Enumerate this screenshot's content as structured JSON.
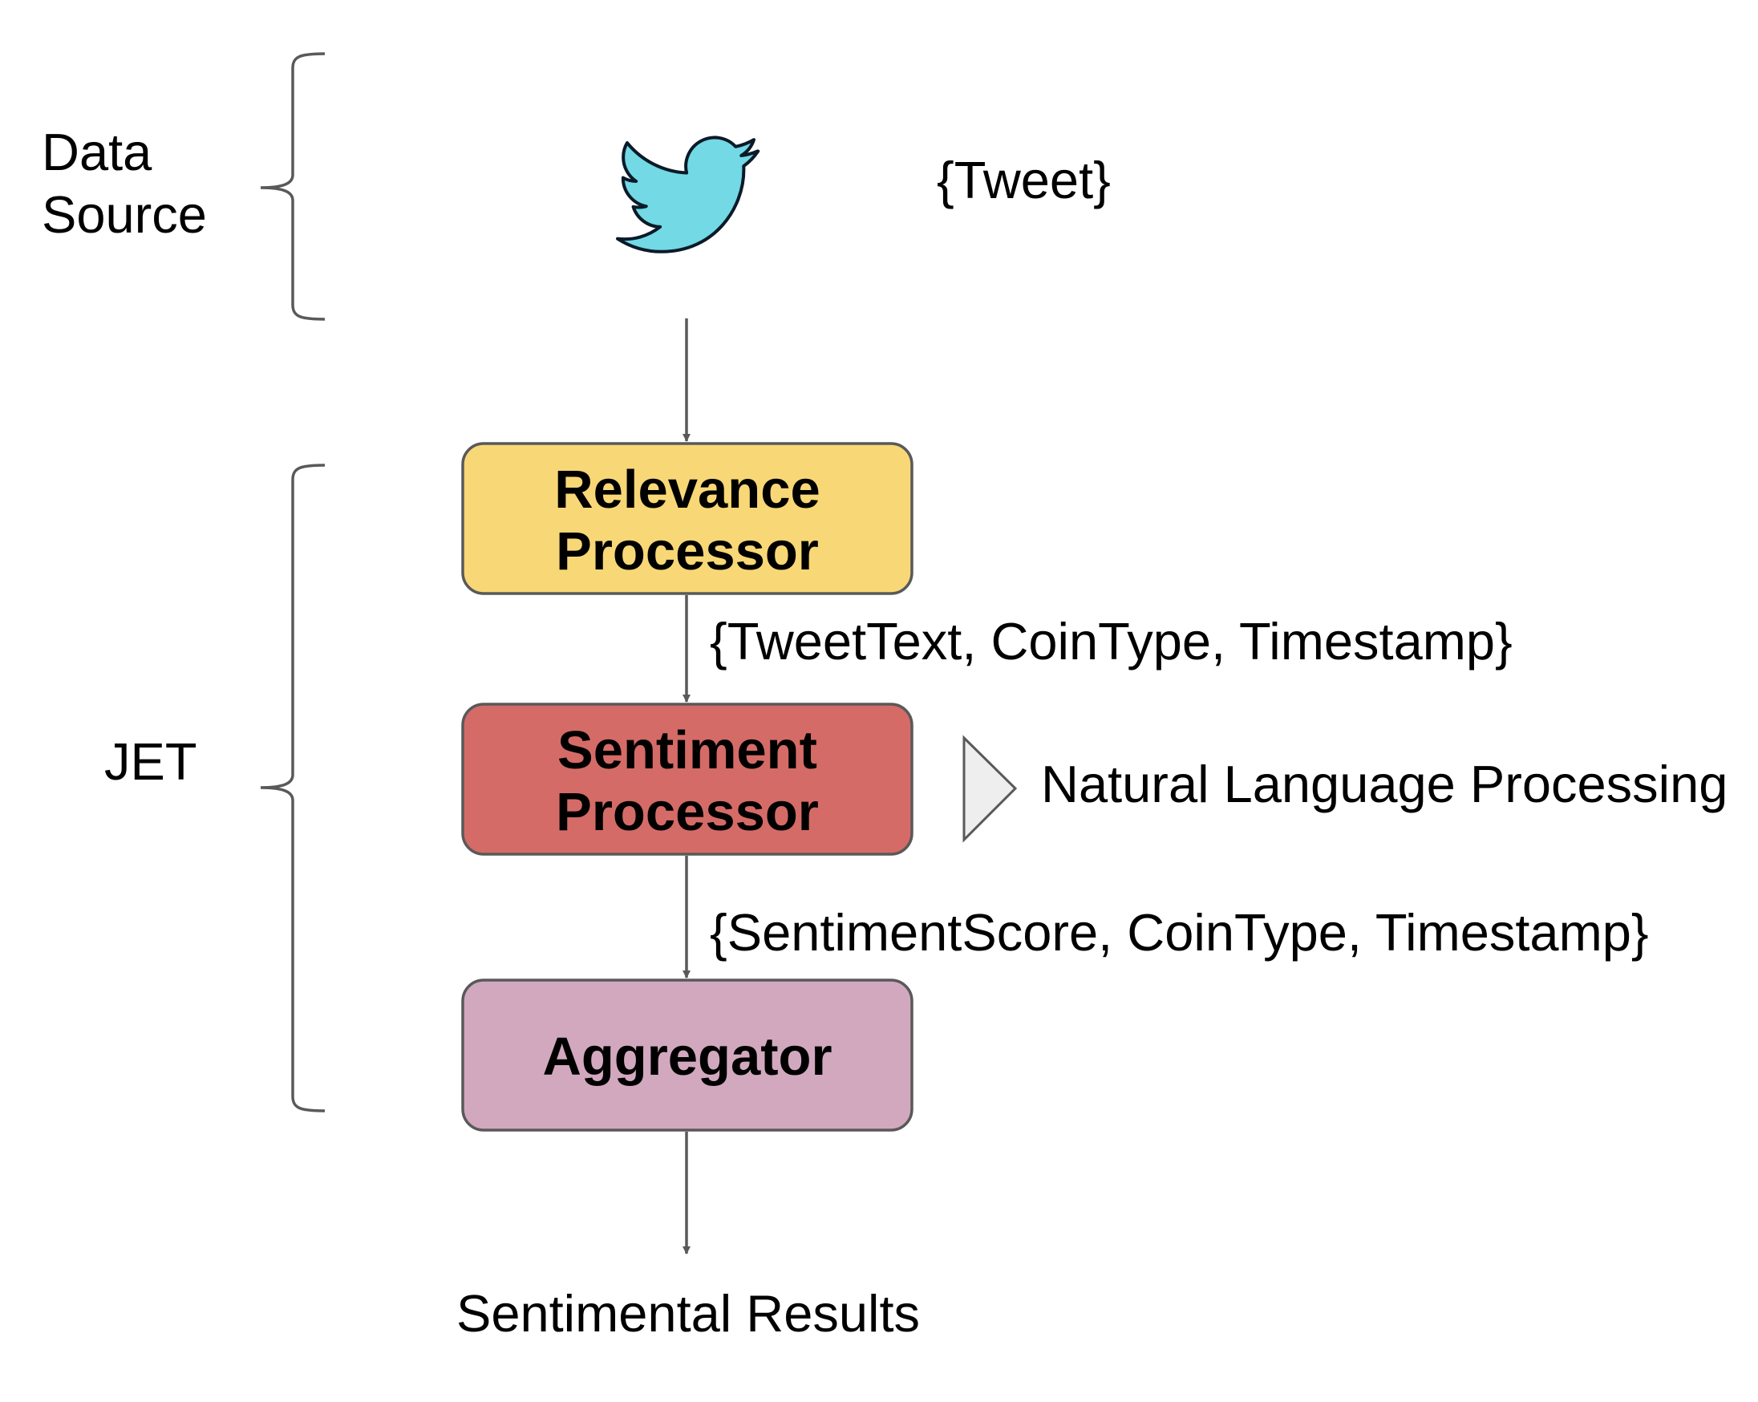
{
  "groups": {
    "data_source": {
      "line1": "Data",
      "line2": "Source"
    },
    "jet": {
      "label": "JET"
    }
  },
  "source": {
    "icon": "twitter-bird-icon",
    "icon_color": "#72D9E5",
    "payload": "{Tweet}"
  },
  "processors": {
    "relevance": {
      "line1": "Relevance",
      "line2": "Processor",
      "color": "#F8D776"
    },
    "sentiment": {
      "line1": "Sentiment",
      "line2": "Processor",
      "color": "#D56B67"
    },
    "aggregator": {
      "label": "Aggregator",
      "color": "#D2A8BF"
    }
  },
  "flows": {
    "relevance_to_sentiment": "{TweetText, CoinType, Timestamp}",
    "sentiment_to_aggregator": "{SentimentScore, CoinType, Timestamp}"
  },
  "nlp": {
    "icon": "play-triangle-icon",
    "label": "Natural Language Processing"
  },
  "output": {
    "label": "Sentimental Results"
  }
}
